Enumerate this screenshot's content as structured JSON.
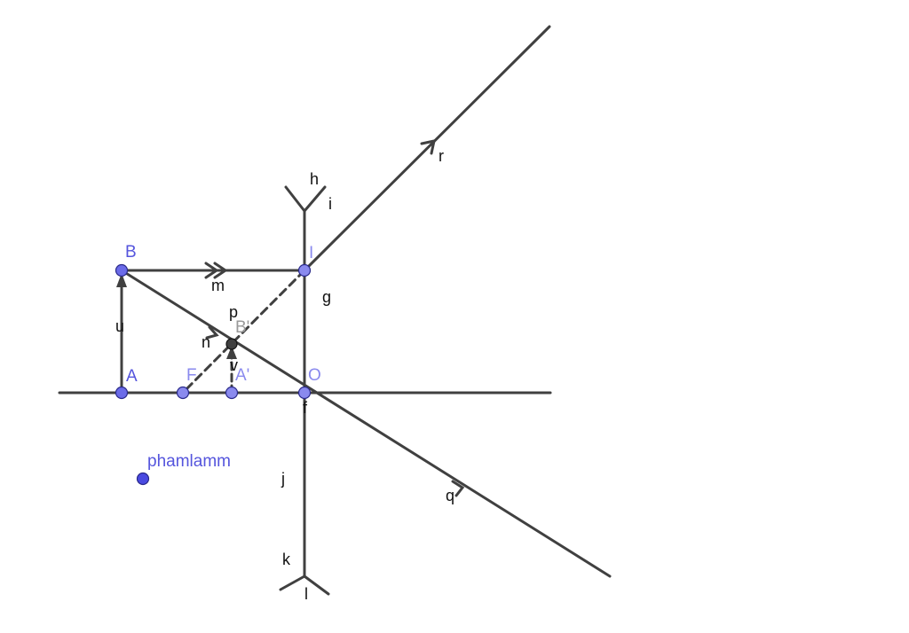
{
  "colors": {
    "line": "#404040",
    "point_fill": "#6b6be8",
    "point_fill_dark": "#4a4ae0",
    "point_label": "#5555dd",
    "point_label_light": "#8a8aee",
    "line_label": "#111111",
    "image_point_fill": "#404040"
  },
  "points": {
    "A": "A",
    "B": "B",
    "F": "F",
    "A_prime": "A'",
    "B_prime": "B'",
    "O": "O",
    "I": "I",
    "free": "phamlamm"
  },
  "lines": {
    "h": "h",
    "i": "i",
    "g": "g",
    "j": "j",
    "k": "k",
    "l": "l",
    "f": "f",
    "m": "m",
    "n": "n",
    "p": "p",
    "q": "q",
    "r": "r",
    "u": "u",
    "v": "v"
  }
}
